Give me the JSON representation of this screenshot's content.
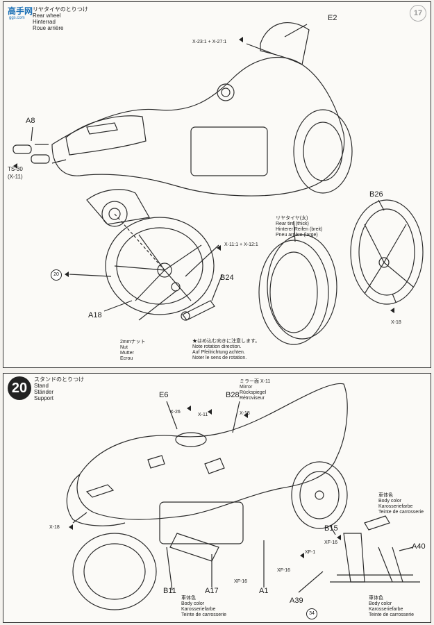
{
  "watermark": {
    "logo_text": "高手网",
    "url_text": "ggs.com"
  },
  "step19": {
    "title_jp": "リヤタイヤのとりつけ",
    "title_en": "Rear wheel",
    "title_de": "Hinterrad",
    "title_fr": "Roue arrière",
    "ghost_number": "17",
    "labels": {
      "e2": "E2",
      "paint_e2": "X-23:1 + X-27:1",
      "a8": "A8",
      "ts30": "TS-30",
      "x11_paren": "(X-11)",
      "paint_hub": "X-11:1 + X-12:1",
      "b24": "B24",
      "b26": "B26",
      "a18": "A18",
      "x18": "X-18",
      "circle_20": "20"
    },
    "tire_note": {
      "jp": "リヤタイヤ(太)",
      "en": "Rear tire (thick)",
      "de": "Hinterer Reifen (breit)",
      "fr": "Pneu arrière (large)"
    },
    "nut_note": {
      "jp": "2mmナット",
      "en": "Nut",
      "de": "Mutter",
      "fr": "Ecrou"
    },
    "rotation_note": {
      "jp": "★はめ込む向きに注意します。",
      "en": "Note rotation direction.",
      "de": "Auf Pfeilrichtung achten.",
      "fr": "Noter le sens de rotation."
    }
  },
  "step20": {
    "number": "20",
    "title_jp": "スタンドのとりつけ",
    "title_en": "Stand",
    "title_de": "Ständer",
    "title_fr": "Support",
    "labels": {
      "e6": "E6",
      "x26": "X-26",
      "x11": "X-11",
      "b28": "B28",
      "x18_top": "X-18",
      "x18_left": "X-18",
      "b15": "B15",
      "xf16_r": "XF-16",
      "xf1": "XF-1",
      "xf16_mid": "XF-16",
      "xf16_low": "XF-16",
      "a40": "A40",
      "b11": "B11",
      "a17": "A17",
      "a1": "A1",
      "a39": "A39",
      "circle_34": "34"
    },
    "mirror_note": {
      "jp": "ミラー面  X-11",
      "en": "Mirror",
      "de": "Rückspiegel",
      "fr": "Rétroviseur"
    },
    "body_color_1": {
      "jp": "車体色",
      "en": "Body color",
      "de": "Karosseriefarbe",
      "fr": "Teinte de carrosserie"
    },
    "body_color_2": {
      "jp": "車体色",
      "en": "Body color",
      "de": "Karosseriefarbe",
      "fr": "Teinte de carrosserie"
    },
    "body_color_3": {
      "jp": "車体色",
      "en": "Body color",
      "de": "Karosseriefarbe",
      "fr": "Teinte de carrosserie"
    }
  }
}
